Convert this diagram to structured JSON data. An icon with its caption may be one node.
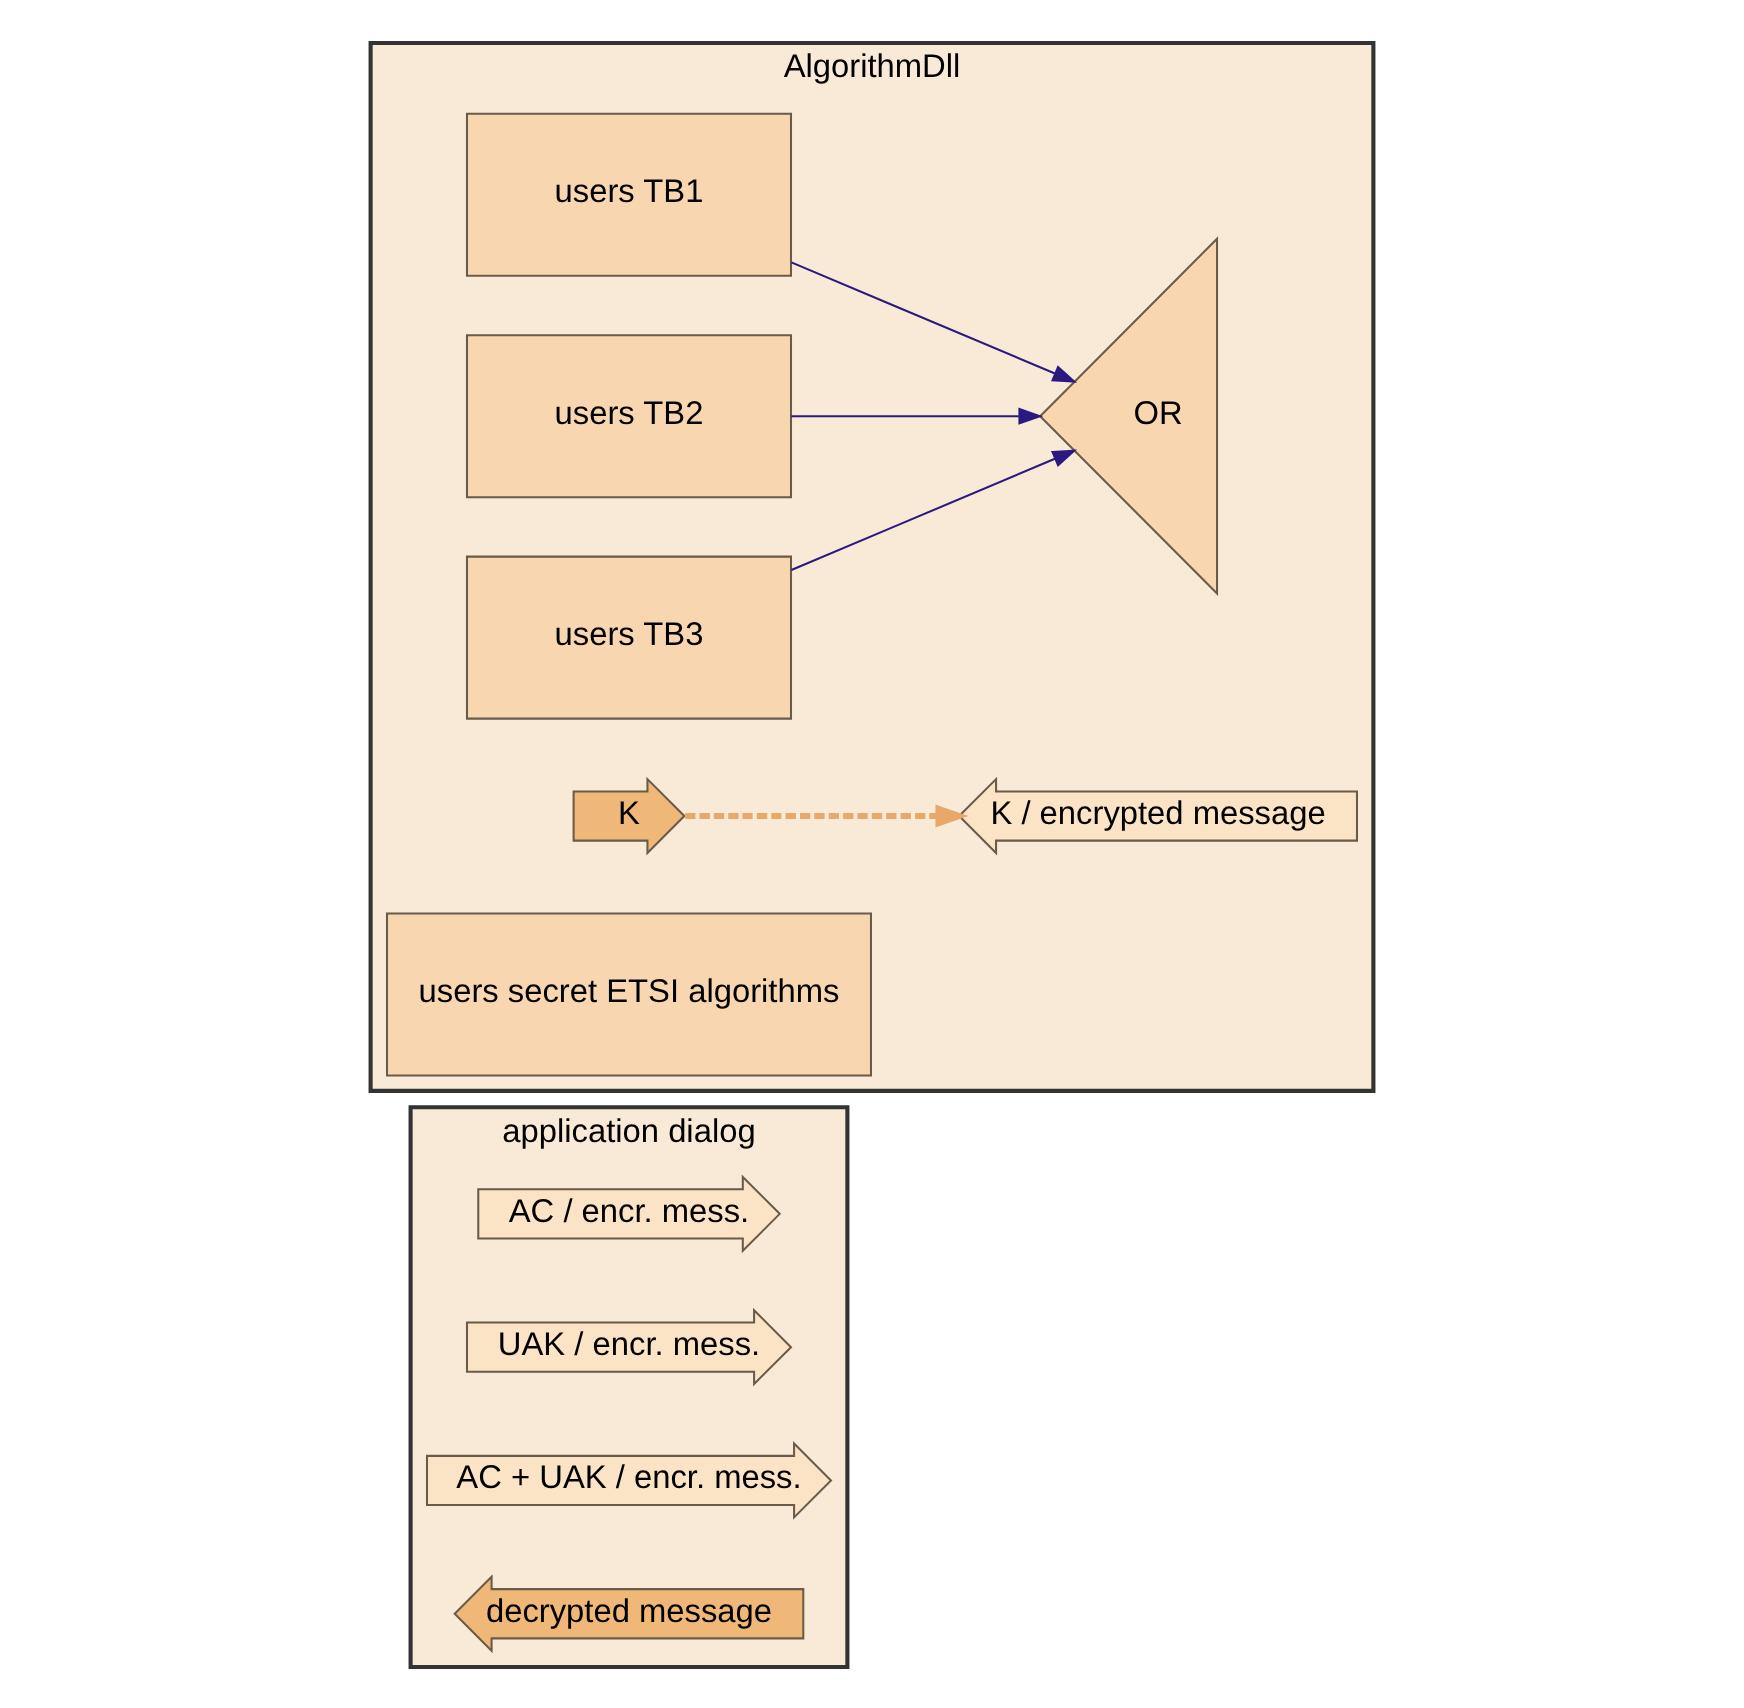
{
  "diagram": {
    "nodes": [
      {
        "text": [
          "application dialog"
        ]
      },
      {
        "text": [
          "AC / encr. mess."
        ],
        "in": 0
      },
      {
        "text": [
          "UAK / encr. mess."
        ],
        "in": 0
      },
      {
        "text": [
          "AC + UAK / encr. mess."
        ],
        "in": 0
      },
      {
        "text": [
          "decrypted message"
        ],
        "in": 0
      },
      {
        "text": [
          "AlgorithmDll"
        ]
      },
      {
        "text": [
          "users TB1"
        ],
        "in": 5
      },
      {
        "text": [
          "users TB2"
        ],
        "in": 5
      },
      {
        "text": [
          "users TB3"
        ],
        "in": 5
      },
      {
        "text": [
          "OR"
        ],
        "in": 5
      },
      {
        "text": [
          "K"
        ],
        "in": 5
      },
      {
        "text": [
          "users secret ETSI algorithms"
        ],
        "in": 5
      },
      {
        "text": [
          "K / encrypted message"
        ],
        "in": 5
      }
    ],
    "edges": [
      {
        "from": 6,
        "to": 9,
        "arrow": "to"
      },
      {
        "from": 7,
        "to": 9,
        "arrow": "to"
      },
      {
        "from": 8,
        "to": 9,
        "arrow": "to"
      },
      {
        "from": 10,
        "to": 12,
        "arrow": "to",
        "style": "dashed",
        "color": "#e8a86a"
      }
    ]
  }
}
